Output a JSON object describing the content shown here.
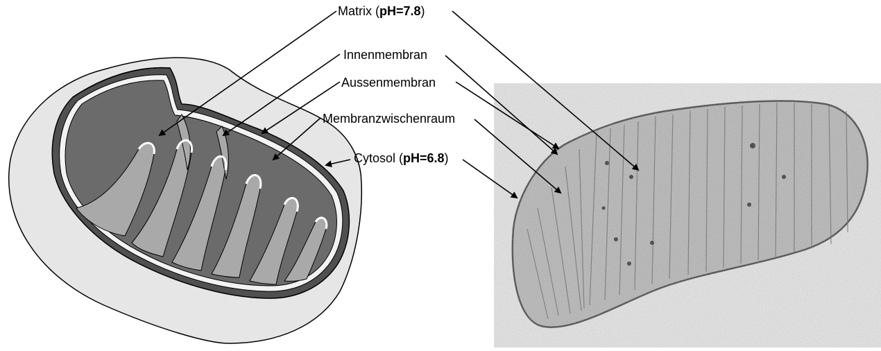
{
  "labels": {
    "matrix": {
      "text": "Matrix (",
      "bold": "pH=7.8",
      "close": ")"
    },
    "inner": {
      "text": "Innenmembran"
    },
    "outer": {
      "text": "Aussenmembran"
    },
    "space": {
      "text": "Membranzwischenraum"
    },
    "cytosol": {
      "text": "Cytosol (",
      "bold": "pH=6.8",
      "close": ")"
    }
  },
  "colors": {
    "shell": "#e8e8e8",
    "shell_edge": "#000000",
    "outer_membrane": "#4a4a4a",
    "matrix": "#6e6e6e",
    "cristae_inner": "#a8a8a8",
    "micrograph_bg": "#d9d9d9"
  }
}
